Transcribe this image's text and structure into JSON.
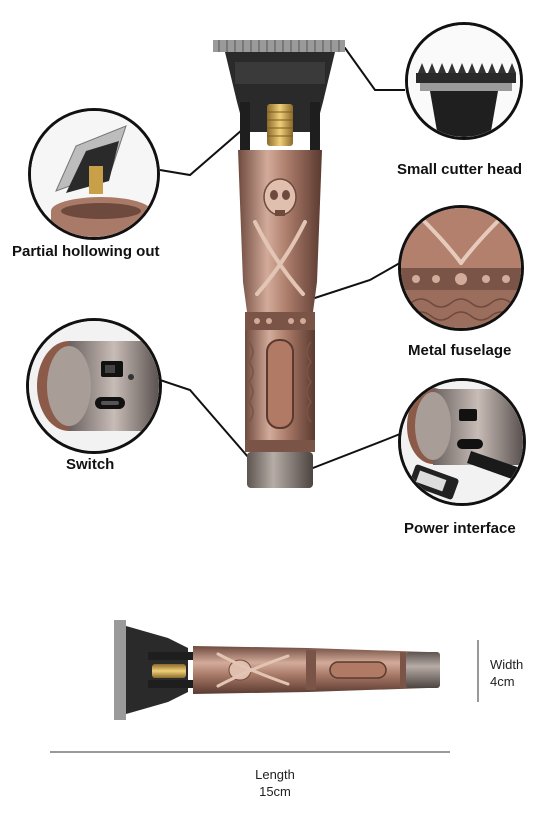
{
  "features": {
    "cutter_head": "Small cutter head",
    "hollowing": "Partial hollowing out",
    "fuselage": "Metal fuselage",
    "switch": "Switch",
    "power": "Power interface"
  },
  "dimensions": {
    "width_label": "Width",
    "width_value": "4cm",
    "length_label": "Length",
    "length_value": "15cm"
  },
  "colors": {
    "bronze_dark": "#6e4a3e",
    "bronze": "#a97a68",
    "bronze_light": "#d3ab9a",
    "blade_dark": "#2a2a2a",
    "brass": "#c9a04a"
  }
}
